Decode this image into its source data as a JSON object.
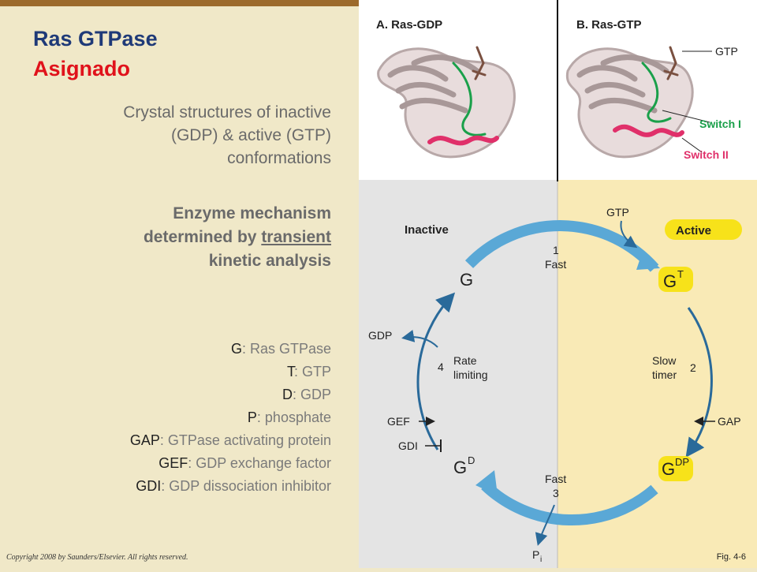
{
  "title": {
    "line1": "Ras GTPase",
    "line2": "Asignado"
  },
  "crystal_text": [
    "Crystal structures of inactive",
    "(GDP) & active (GTP)",
    "conformations"
  ],
  "mechanism": {
    "line1": "Enzyme mechanism",
    "line2_prefix": "determined by ",
    "line2_underlined": "transient",
    "line3": "kinetic analysis"
  },
  "legend": [
    {
      "key": "G",
      "value": ": Ras GTPase"
    },
    {
      "key": "T",
      "value": ": GTP"
    },
    {
      "key": "D",
      "value": ": GDP"
    },
    {
      "key": "P",
      "value": ": phosphate"
    },
    {
      "key": "GAP",
      "value": ": GTPase activating protein"
    },
    {
      "key": "GEF",
      "value": ": GDP exchange factor"
    },
    {
      "key": "GDI",
      "value": ": GDP dissociation inhibitor"
    }
  ],
  "copyright": "Copyright 2008 by Saunders/Elsevier. All rights reserved.",
  "figure": {
    "panel_a": "A. Ras-GDP",
    "panel_b": "B. Ras-GTP",
    "label_gtp": "GTP",
    "label_switch1": "Switch I",
    "label_switch2": "Switch II",
    "inactive": "Inactive",
    "active": "Active",
    "node_g": "G",
    "node_gt_base": "G",
    "node_gt_sup": "T",
    "node_gdp_base": "G",
    "node_gdp_sup": "DP",
    "node_gd_base": "G",
    "node_gd_sup": "D",
    "step1_num": "1",
    "step1_label": "Fast",
    "step2_label1": "Slow",
    "step2_label2": "timer",
    "step2_num": "2",
    "step3_label": "Fast",
    "step3_num": "3",
    "step4_num": "4",
    "step4_label1": "Rate",
    "step4_label2": "limiting",
    "in_gtp": "GTP",
    "out_gdp": "GDP",
    "gap": "GAP",
    "gef": "GEF",
    "gdi": "GDI",
    "pi_base": "P",
    "pi_sub": "i",
    "fig_label": "Fig. 4-6"
  },
  "colors": {
    "title_blue": "#1f3a78",
    "title_red": "#e0121b",
    "arrow_blue": "#5aa8d6",
    "active_yellow": "#f7e21a",
    "switch1_green": "#1aa04a",
    "switch2_pink": "#e0306a"
  }
}
